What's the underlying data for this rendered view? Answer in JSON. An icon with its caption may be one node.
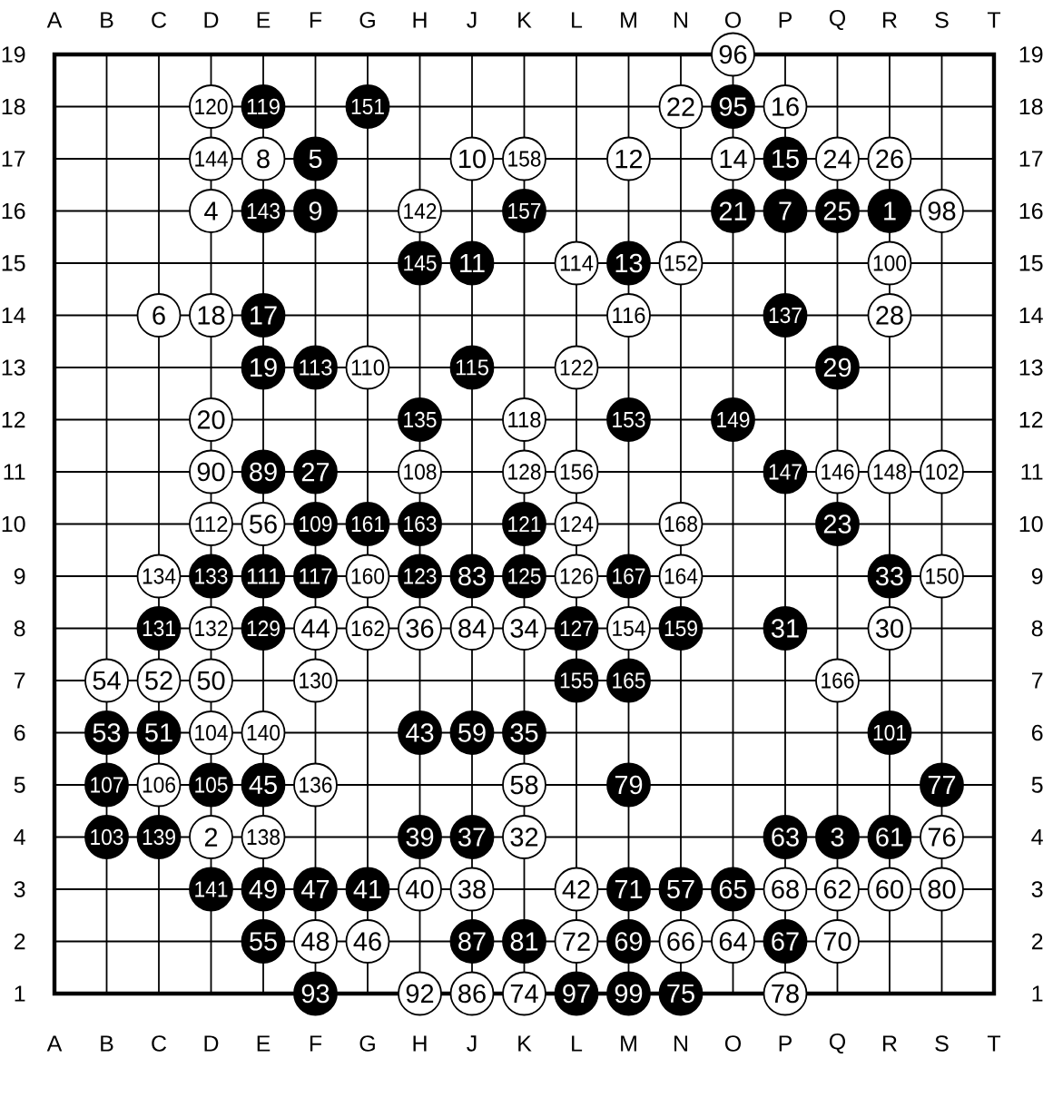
{
  "diagram": {
    "nodes": [
      {
        "text": [
          "96"
        ]
      },
      {
        "text": [
          "120"
        ]
      },
      {
        "text": [
          "119"
        ]
      },
      {
        "text": [
          "151"
        ]
      },
      {
        "text": [
          "22"
        ]
      },
      {
        "text": [
          "95"
        ]
      },
      {
        "text": [
          "16"
        ]
      },
      {
        "text": [
          "144"
        ]
      },
      {
        "text": [
          "8"
        ]
      },
      {
        "text": [
          "5"
        ]
      },
      {
        "text": [
          "10"
        ]
      },
      {
        "text": [
          "158"
        ]
      },
      {
        "text": [
          "12"
        ]
      },
      {
        "text": [
          "14"
        ]
      },
      {
        "text": [
          "15"
        ]
      },
      {
        "text": [
          "24"
        ]
      },
      {
        "text": [
          "26"
        ]
      },
      {
        "text": [
          "4"
        ]
      },
      {
        "text": [
          "143"
        ]
      },
      {
        "text": [
          "9"
        ]
      },
      {
        "text": [
          "142"
        ]
      },
      {
        "text": [
          "157"
        ]
      },
      {
        "text": [
          "21"
        ]
      },
      {
        "text": [
          "7"
        ]
      },
      {
        "text": [
          "25"
        ]
      },
      {
        "text": [
          "1"
        ]
      },
      {
        "text": [
          "98"
        ]
      },
      {
        "text": [
          "145"
        ]
      },
      {
        "text": [
          "11"
        ]
      },
      {
        "text": [
          "114"
        ]
      },
      {
        "text": [
          "13"
        ]
      },
      {
        "text": [
          "152"
        ]
      },
      {
        "text": [
          "100"
        ]
      },
      {
        "text": [
          "6"
        ]
      },
      {
        "text": [
          "18"
        ]
      },
      {
        "text": [
          "17"
        ]
      },
      {
        "text": [
          "116"
        ]
      },
      {
        "text": [
          "137"
        ]
      },
      {
        "text": [
          "28"
        ]
      },
      {
        "text": [
          "19"
        ]
      },
      {
        "text": [
          "113"
        ]
      },
      {
        "text": [
          "110"
        ]
      },
      {
        "text": [
          "115"
        ]
      },
      {
        "text": [
          "122"
        ]
      },
      {
        "text": [
          "29"
        ]
      },
      {
        "text": [
          "20"
        ]
      },
      {
        "text": [
          "135"
        ]
      },
      {
        "text": [
          "118"
        ]
      },
      {
        "text": [
          "153"
        ]
      },
      {
        "text": [
          "149"
        ]
      },
      {
        "text": [
          "90"
        ]
      },
      {
        "text": [
          "89"
        ]
      },
      {
        "text": [
          "27"
        ]
      },
      {
        "text": [
          "108"
        ]
      },
      {
        "text": [
          "128"
        ]
      },
      {
        "text": [
          "156"
        ]
      },
      {
        "text": [
          "147"
        ]
      },
      {
        "text": [
          "146"
        ]
      },
      {
        "text": [
          "148"
        ]
      },
      {
        "text": [
          "102"
        ]
      },
      {
        "text": [
          "112"
        ]
      },
      {
        "text": [
          "56"
        ]
      },
      {
        "text": [
          "109"
        ]
      },
      {
        "text": [
          "161"
        ]
      },
      {
        "text": [
          "163"
        ]
      },
      {
        "text": [
          "121"
        ]
      },
      {
        "text": [
          "124"
        ]
      },
      {
        "text": [
          "168"
        ]
      },
      {
        "text": [
          "23"
        ]
      },
      {
        "text": [
          "134"
        ]
      },
      {
        "text": [
          "133"
        ]
      },
      {
        "text": [
          "111"
        ]
      },
      {
        "text": [
          "117"
        ]
      },
      {
        "text": [
          "160"
        ]
      },
      {
        "text": [
          "123"
        ]
      },
      {
        "text": [
          "83"
        ]
      },
      {
        "text": [
          "125"
        ]
      },
      {
        "text": [
          "126"
        ]
      },
      {
        "text": [
          "167"
        ]
      },
      {
        "text": [
          "164"
        ]
      },
      {
        "text": [
          "33"
        ]
      },
      {
        "text": [
          "150"
        ]
      },
      {
        "text": [
          "131"
        ]
      },
      {
        "text": [
          "132"
        ]
      },
      {
        "text": [
          "129"
        ]
      },
      {
        "text": [
          "44"
        ]
      },
      {
        "text": [
          "162"
        ]
      },
      {
        "text": [
          "36"
        ]
      },
      {
        "text": [
          "84"
        ]
      },
      {
        "text": [
          "34"
        ]
      },
      {
        "text": [
          "127"
        ]
      },
      {
        "text": [
          "154"
        ]
      },
      {
        "text": [
          "159"
        ]
      },
      {
        "text": [
          "31"
        ]
      },
      {
        "text": [
          "30"
        ]
      },
      {
        "text": [
          "54"
        ]
      },
      {
        "text": [
          "52"
        ]
      },
      {
        "text": [
          "50"
        ]
      },
      {
        "text": [
          "130"
        ]
      },
      {
        "text": [
          "155"
        ]
      },
      {
        "text": [
          "165"
        ]
      },
      {
        "text": [
          "166"
        ]
      },
      {
        "text": [
          "53"
        ]
      },
      {
        "text": [
          "51"
        ]
      },
      {
        "text": [
          "104"
        ]
      },
      {
        "text": [
          "140"
        ]
      },
      {
        "text": [
          "43"
        ]
      },
      {
        "text": [
          "59"
        ]
      },
      {
        "text": [
          "35"
        ]
      },
      {
        "text": [
          "101"
        ]
      },
      {
        "text": [
          "107"
        ]
      },
      {
        "text": [
          "106"
        ]
      },
      {
        "text": [
          "105"
        ]
      },
      {
        "text": [
          "45"
        ]
      },
      {
        "text": [
          "136"
        ]
      },
      {
        "text": [
          "58"
        ]
      },
      {
        "text": [
          "79"
        ]
      },
      {
        "text": [
          "77"
        ]
      },
      {
        "text": [
          "103"
        ]
      },
      {
        "text": [
          "139"
        ]
      },
      {
        "text": [
          "2"
        ]
      },
      {
        "text": [
          "138"
        ]
      },
      {
        "text": [
          "39"
        ]
      },
      {
        "text": [
          "37"
        ]
      },
      {
        "text": [
          "32"
        ]
      },
      {
        "text": [
          "63"
        ]
      },
      {
        "text": [
          "3"
        ]
      },
      {
        "text": [
          "61"
        ]
      },
      {
        "text": [
          "76"
        ]
      },
      {
        "text": [
          "141"
        ]
      },
      {
        "text": [
          "49"
        ]
      },
      {
        "text": [
          "47"
        ]
      },
      {
        "text": [
          "41"
        ]
      },
      {
        "text": [
          "40"
        ]
      },
      {
        "text": [
          "38"
        ]
      },
      {
        "text": [
          "42"
        ]
      },
      {
        "text": [
          "71"
        ]
      },
      {
        "text": [
          "57"
        ]
      },
      {
        "text": [
          "65"
        ]
      },
      {
        "text": [
          "68"
        ]
      },
      {
        "text": [
          "62"
        ]
      },
      {
        "text": [
          "60"
        ]
      },
      {
        "text": [
          "80"
        ]
      },
      {
        "text": [
          "55"
        ]
      },
      {
        "text": [
          "48"
        ]
      },
      {
        "text": [
          "46"
        ]
      },
      {
        "text": [
          "87"
        ]
      },
      {
        "text": [
          "81"
        ]
      },
      {
        "text": [
          "72"
        ]
      },
      {
        "text": [
          "69"
        ]
      },
      {
        "text": [
          "66"
        ]
      },
      {
        "text": [
          "64"
        ]
      },
      {
        "text": [
          "67"
        ]
      },
      {
        "text": [
          "70"
        ]
      },
      {
        "text": [
          "93"
        ]
      },
      {
        "text": [
          "92"
        ]
      },
      {
        "text": [
          "86"
        ]
      },
      {
        "text": [
          "74"
        ]
      },
      {
        "text": [
          "97"
        ]
      },
      {
        "text": [
          "99"
        ]
      },
      {
        "text": [
          "75"
        ]
      },
      {
        "text": [
          "78"
        ]
      }
    ],
    "labels": [
      "A",
      "B",
      "C",
      "D",
      "E",
      "F",
      "G",
      "H",
      "J",
      "K",
      "L",
      "M",
      "N",
      "O",
      "P",
      "Q",
      "R",
      "S",
      "T",
      "19",
      "19",
      "18",
      "18",
      "17",
      "17",
      "16",
      "16",
      "15",
      "15",
      "14",
      "14",
      "13",
      "13",
      "12",
      "12",
      "11",
      "11",
      "10",
      "10",
      "9",
      "9",
      "8",
      "8",
      "7",
      "7",
      "6",
      "6",
      "5",
      "5",
      "4",
      "4",
      "3",
      "3",
      "2",
      "2",
      "1",
      "1",
      "A",
      "B",
      "C",
      "D",
      "E",
      "F",
      "G",
      "H",
      "J",
      "K",
      "L",
      "M",
      "N",
      "O",
      "P",
      "Q",
      "R",
      "S",
      "T"
    ]
  }
}
